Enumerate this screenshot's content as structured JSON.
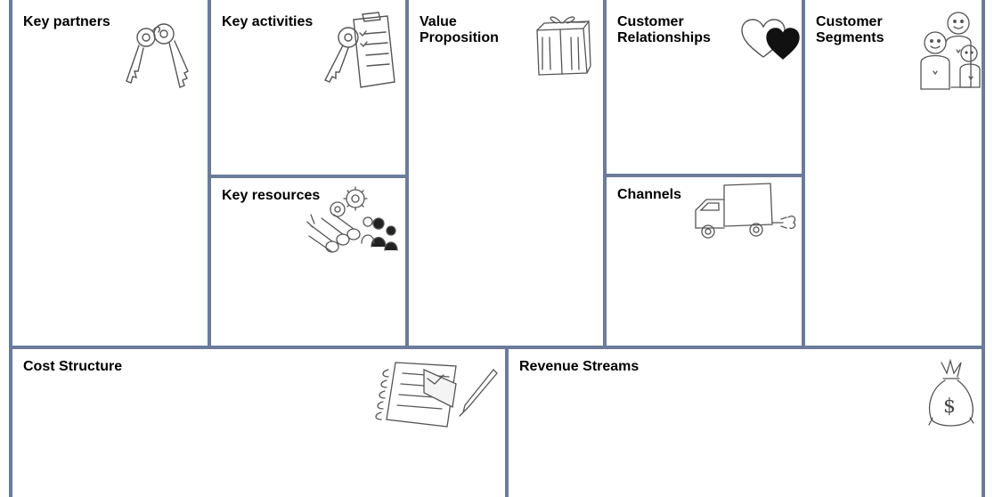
{
  "canvas": {
    "key_partners": {
      "label": "Key partners",
      "icon": "keys-icon"
    },
    "key_activities": {
      "label": "Key activities",
      "icon": "key-clipboard-icon"
    },
    "key_resources": {
      "label": "Key resources",
      "icon": "gears-logs-people-icon"
    },
    "value_proposition": {
      "label": "Value\nProposition",
      "icon": "gift-box-icon"
    },
    "customer_relationships": {
      "label": "Customer\nRelationships",
      "icon": "hearts-icon"
    },
    "channels": {
      "label": "Channels",
      "icon": "delivery-truck-icon"
    },
    "customer_segments": {
      "label": "Customer\nSegments",
      "icon": "people-family-icon"
    },
    "cost_structure": {
      "label": "Cost Structure",
      "icon": "notebook-pencil-icon"
    },
    "revenue_streams": {
      "label": "Revenue Streams",
      "icon": "money-bag-icon"
    }
  },
  "colors": {
    "border": "#6b7b9a",
    "sketch": "#555555",
    "background": "#ffffff"
  }
}
